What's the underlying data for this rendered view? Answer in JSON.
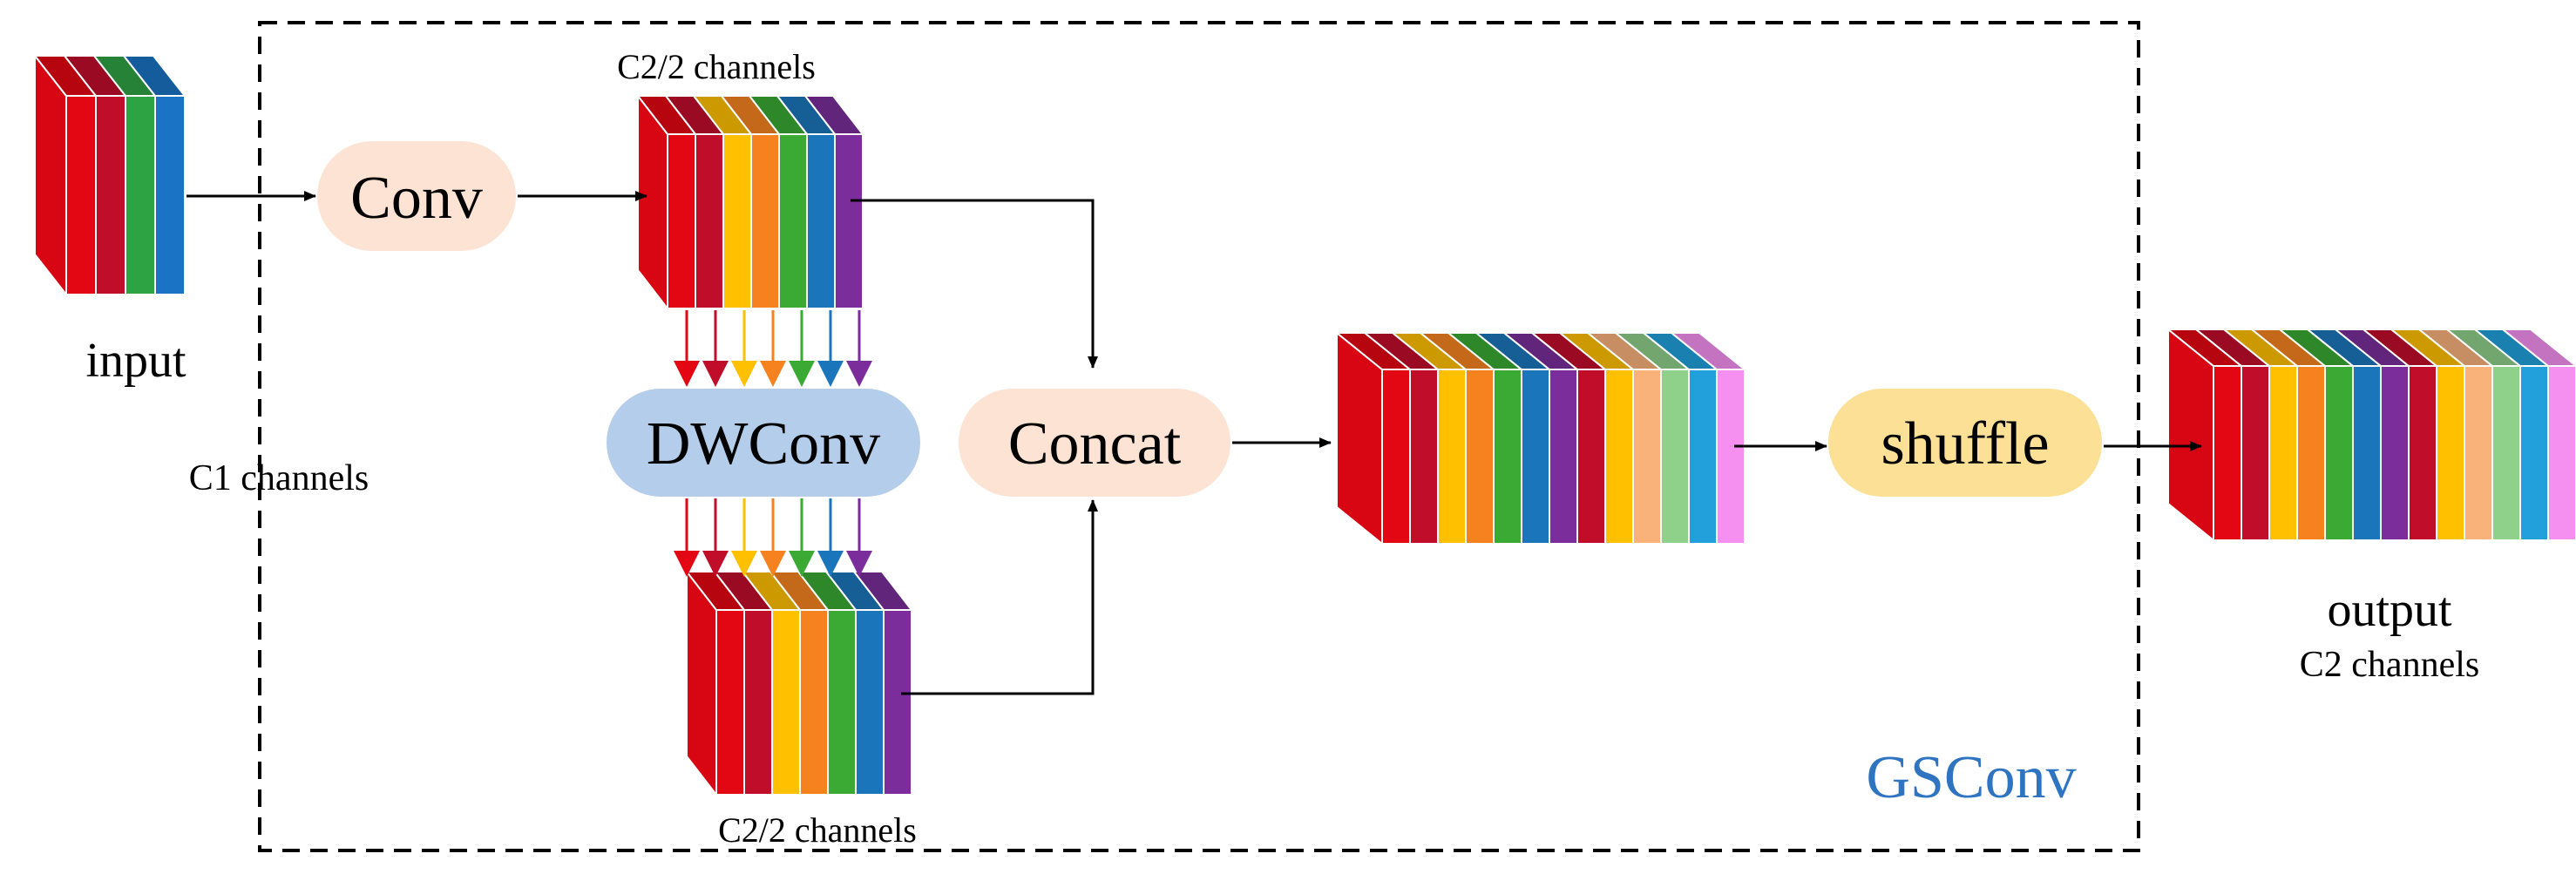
{
  "labels": {
    "input": "input",
    "c1_channels": "C1 channels",
    "c2_half_top": "C2/2 channels",
    "c2_half_bottom": "C2/2 channels",
    "output": "output",
    "c2_channels": "C2 channels",
    "module_title": "GSConv"
  },
  "nodes": {
    "conv": "Conv",
    "dwconv": "DWConv",
    "concat": "Concat",
    "shuffle": "shuffle"
  },
  "colors": {
    "conv_fill": "#fde3d3",
    "dwconv_fill": "#b4cdea",
    "concat_fill": "#fde3d3",
    "shuffle_fill": "#fbe095",
    "gsconv_text": "#2e74c0",
    "input_channels": [
      "#e30613",
      "#c00d2a",
      "#2ea343",
      "#1a73c4"
    ],
    "half_channels": [
      "#e30613",
      "#c00d2a",
      "#ffc000",
      "#f5821f",
      "#3aaa35",
      "#1b75bb",
      "#7b2e9b"
    ],
    "concat_channels": [
      "#e30613",
      "#c00d2a",
      "#ffc000",
      "#f5821f",
      "#3aaa35",
      "#1b75bb",
      "#7b2e9b",
      "#c00d2a",
      "#ffc000",
      "#f8b27a",
      "#8fd08a",
      "#21a0db",
      "#f590f0"
    ],
    "shuffle_channels": [
      "#e30613",
      "#c00d2a",
      "#ffc000",
      "#f5821f",
      "#3aaa35",
      "#1b75bb",
      "#7b2e9b",
      "#c00d2a",
      "#ffc000",
      "#f8b27a",
      "#8fd08a",
      "#21a0db",
      "#f590f0"
    ]
  }
}
